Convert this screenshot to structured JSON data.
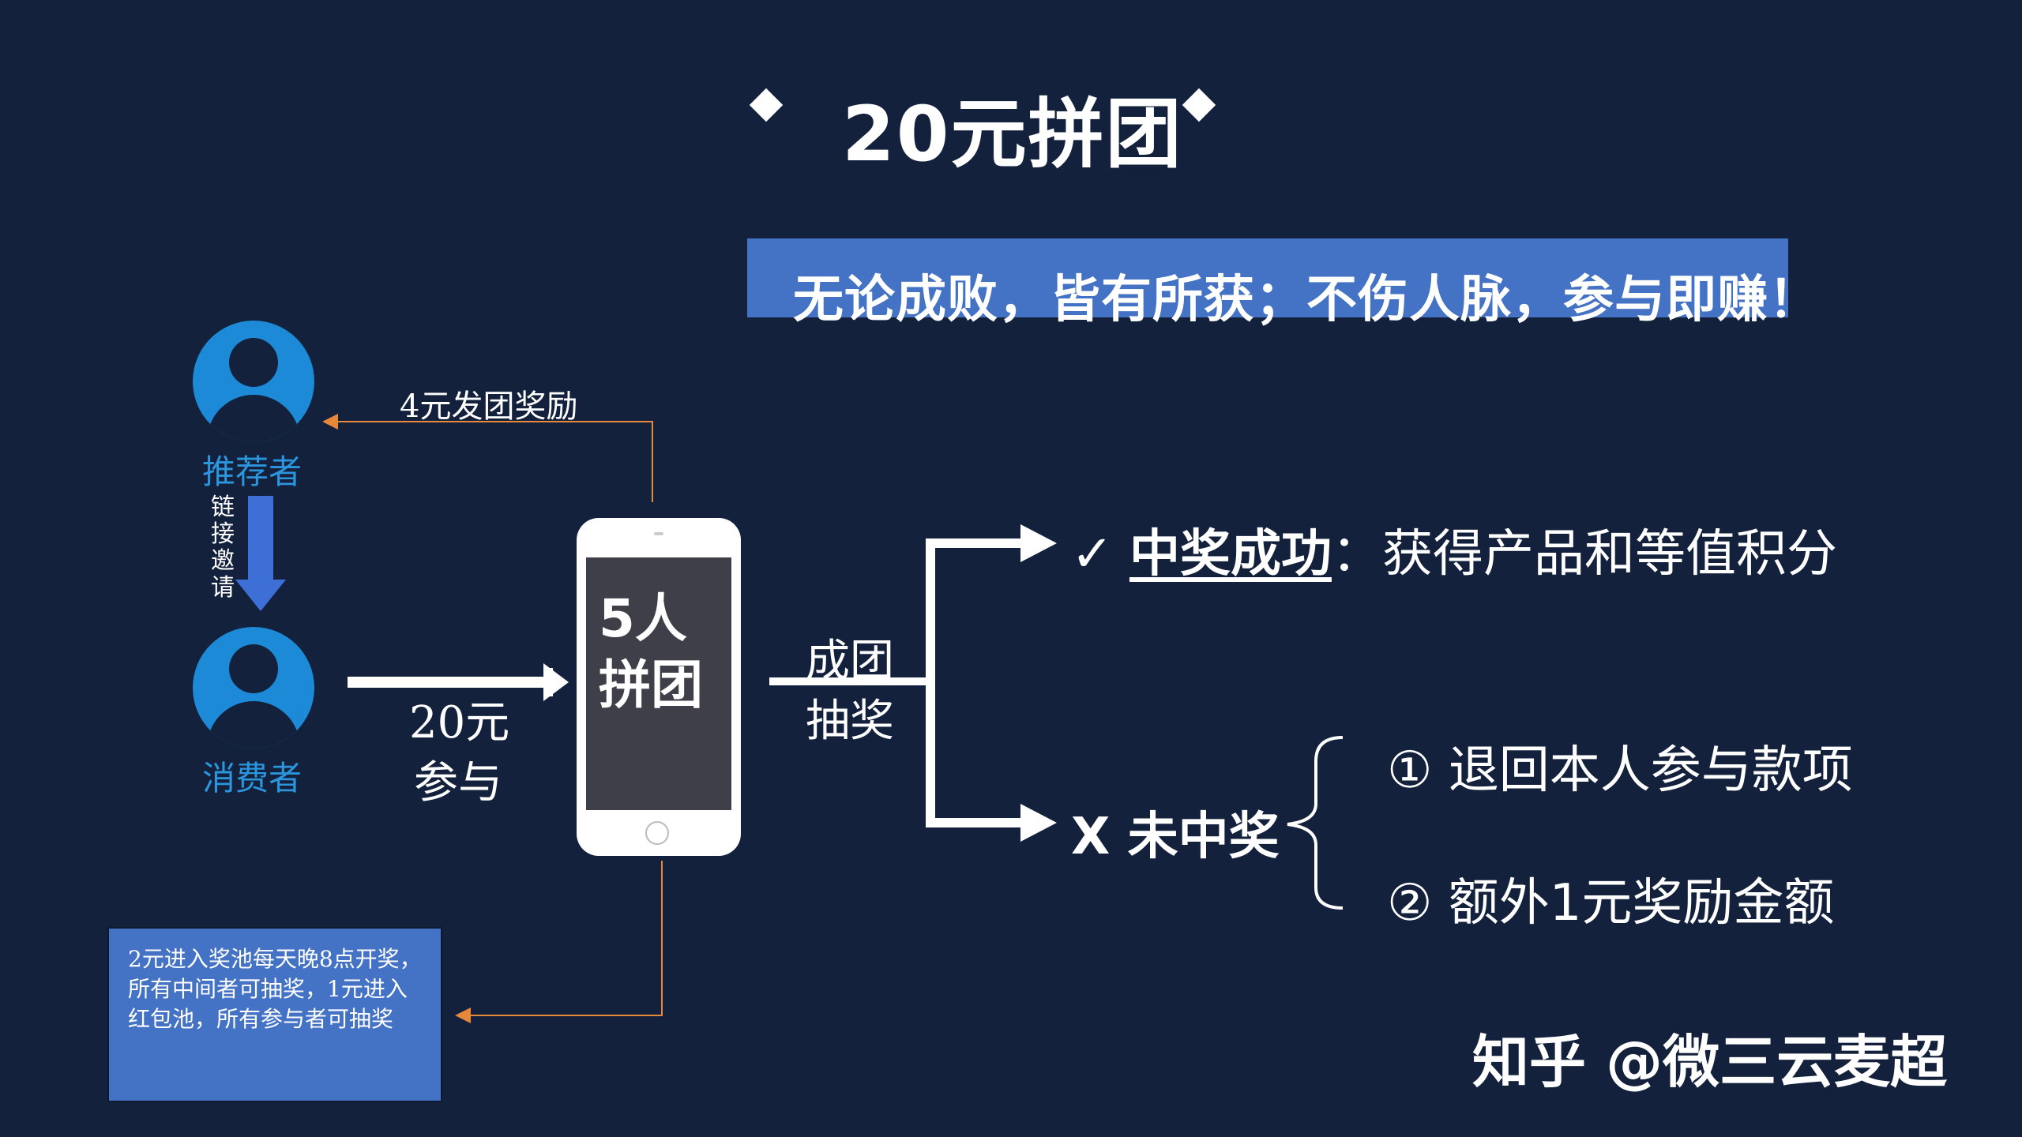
{
  "title": "20元拼团",
  "banner": "无论成败，皆有所获；不伤人脉，参与即赚！",
  "referrer": {
    "label": "推荐者"
  },
  "consumer": {
    "label": "消费者"
  },
  "reward_label": "4元发团奖励",
  "invite_text": [
    "链",
    "接",
    "邀",
    "请"
  ],
  "join_label": [
    "20元",
    "参与"
  ],
  "phone_text": "5人\n拼团",
  "lottery_label": [
    "成团",
    "抽奖"
  ],
  "success": {
    "mark": "✓",
    "title": "中奖成功",
    "separator": "：",
    "detail": "获得产品和等值积分"
  },
  "fail": {
    "mark": "X",
    "title": "未中奖",
    "options": [
      "① 退回本人参与款项",
      "② 额外1元奖励金额"
    ]
  },
  "pool_note": "2元进入奖池每天晚8点开奖，所有中间者可抽奖，1元进入红包池，所有参与者可抽奖",
  "watermark": "知乎 @微三云麦超",
  "colors": {
    "background": "#13213d",
    "accent_blue": "#4472c4",
    "avatar_blue": "#1c8ad6",
    "connector_orange": "#e8883a",
    "arrow_blue": "#3d6fd6"
  }
}
